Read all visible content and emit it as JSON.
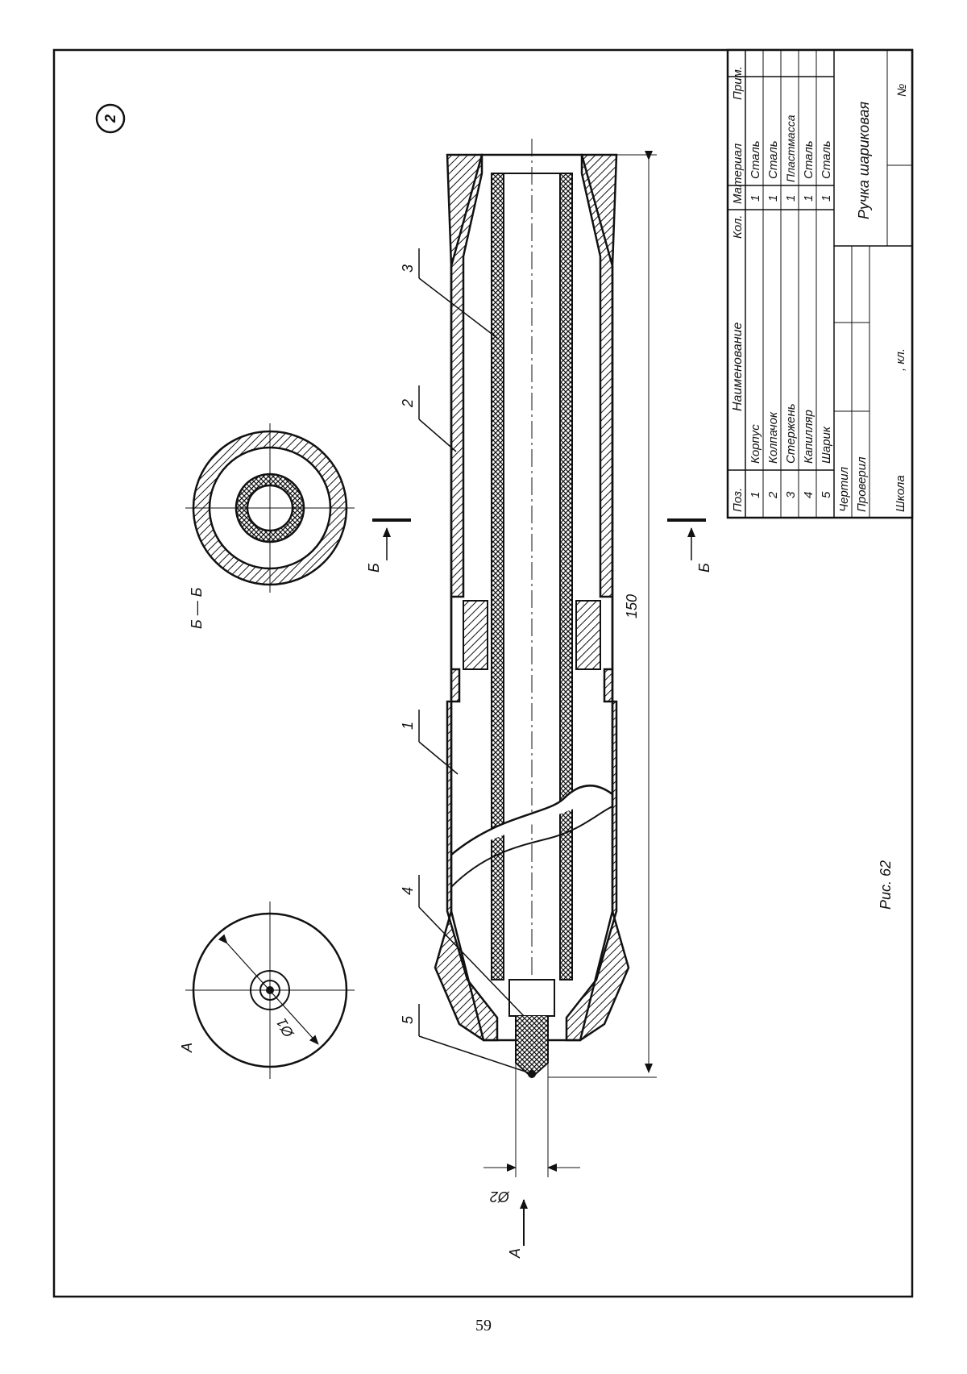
{
  "sheet_number": "2",
  "page_number": "59",
  "figure_caption": "Рис. 62",
  "view_a_label": "А",
  "section_label": "Б — Б",
  "section_marker": "Б",
  "dimensions": {
    "length": "150",
    "tip_diameter": "Ø2",
    "ball_diameter": "Ø1"
  },
  "callouts": [
    "1",
    "2",
    "3",
    "4",
    "5"
  ],
  "title_block": {
    "headers": {
      "pos": "Поз.",
      "name": "Наименование",
      "qty": "Кол.",
      "material": "Материал",
      "note": "Прим."
    },
    "rows": [
      {
        "pos": "1",
        "name": "Корпус",
        "qty": "1",
        "material": "Сталь"
      },
      {
        "pos": "2",
        "name": "Колпачок",
        "qty": "1",
        "material": "Сталь"
      },
      {
        "pos": "3",
        "name": "Стержень",
        "qty": "1",
        "material": "Пластмасса"
      },
      {
        "pos": "4",
        "name": "Капилляр",
        "qty": "1",
        "material": "Сталь"
      },
      {
        "pos": "5",
        "name": "Шарик",
        "qty": "1",
        "material": "Сталь"
      }
    ],
    "drawn": "Чертил",
    "checked": "Проверил",
    "school": "Школа",
    "class": ", кл.",
    "title": "Ручка шариковая",
    "number": "№"
  }
}
